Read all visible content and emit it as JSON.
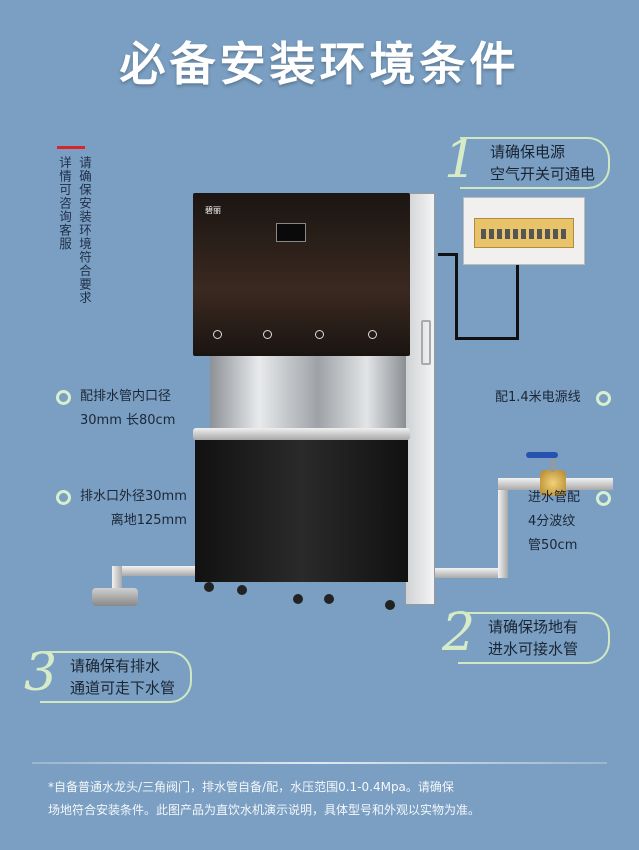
{
  "title": "必备安装环境条件",
  "side_note": {
    "col1": "详情可咨询客服",
    "col2": "请确保安装环境符合要求"
  },
  "left_labels": [
    {
      "line1": "配排水管内口径",
      "line2": "30mm 长80cm"
    },
    {
      "line1": "排水口外径30mm",
      "line2": "离地125mm"
    }
  ],
  "right_labels": {
    "power_cord": "配1.4米电源线",
    "inlet": [
      "进水管配",
      "4分波纹",
      "管50cm"
    ]
  },
  "callouts": [
    {
      "num": "1",
      "line1": "请确保电源",
      "line2": "空气开关可通电"
    },
    {
      "num": "2",
      "line1": "请确保场地有",
      "line2": "进水可接水管"
    },
    {
      "num": "3",
      "line1": "请确保有排水",
      "line2": "通道可走下水管"
    }
  ],
  "machine": {
    "brand": "碧丽"
  },
  "footer": {
    "line1": "*自备普通水龙头/三角阀门，排水管自备/配，水压范围0.1-0.4Mpa。请确保",
    "line2": "场地符合安装条件。此图产品为直饮水机演示说明，具体型号和外观以实物为准。"
  },
  "colors": {
    "background": "#7a9fc2",
    "accent_red": "#d8252b",
    "callout_green": "#cfe8c2"
  }
}
